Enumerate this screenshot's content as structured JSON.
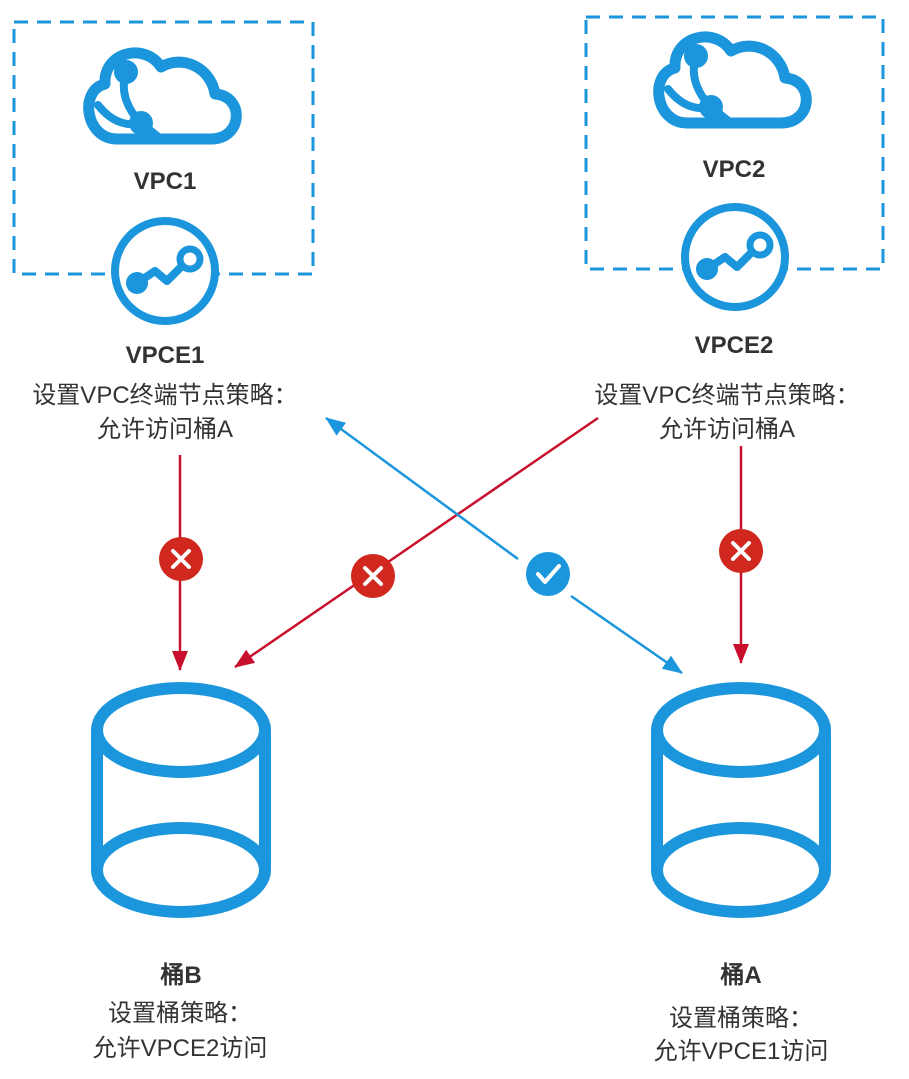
{
  "colors": {
    "blue": "#1b95db",
    "red": "#c8102e",
    "red_badge": "#d0281f",
    "text": "#333333"
  },
  "vpc1": {
    "label": "VPC1",
    "icon": "cloud-network-icon"
  },
  "vpc2": {
    "label": "VPC2",
    "icon": "cloud-network-icon"
  },
  "vpce1": {
    "label": "VPCE1",
    "icon": "endpoint-icon",
    "policy_line1": "设置VPC终端节点策略：",
    "policy_line2": "允许访问桶A"
  },
  "vpce2": {
    "label": "VPCE2",
    "icon": "endpoint-icon",
    "policy_line1": "设置VPC终端节点策略：",
    "policy_line2": "允许访问桶A"
  },
  "bucket_b": {
    "label": "桶B",
    "icon": "bucket-icon",
    "policy_line1": "设置桶策略：",
    "policy_line2": "允许VPCE2访问"
  },
  "bucket_a": {
    "label": "桶A",
    "icon": "bucket-icon",
    "policy_line1": "设置桶策略：",
    "policy_line2": "允许VPCE1访问"
  },
  "connections": [
    {
      "from": "VPCE1",
      "to": "桶B",
      "result": "denied"
    },
    {
      "from": "VPCE2",
      "to": "桶B",
      "result": "denied"
    },
    {
      "from": "VPCE1",
      "to": "桶A",
      "result": "allowed"
    },
    {
      "from": "VPCE2",
      "to": "桶A",
      "result": "denied"
    }
  ]
}
